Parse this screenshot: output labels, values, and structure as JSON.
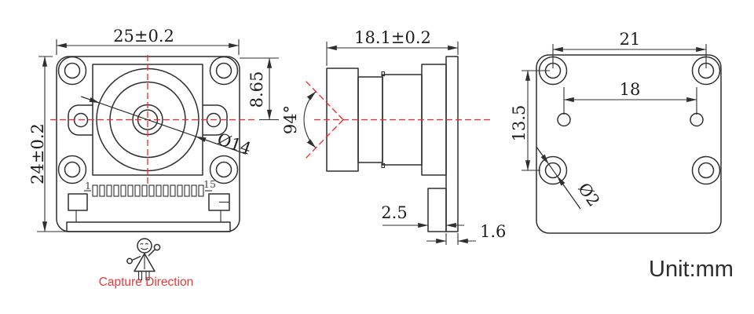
{
  "colors": {
    "line": "#2f2f2f",
    "centerline": "#fb2424",
    "label_red": "#e93a3c",
    "text": "#1d1d1d"
  },
  "front_view": {
    "width_dim": "25±0.2",
    "height_dim": "24±0.2",
    "lens_center_from_top_dim": "8.65",
    "lens_diameter_dim": "Ø14",
    "pin_first_label": "1",
    "pin_last_label": "15",
    "caption": "Capture Direction"
  },
  "side_view": {
    "length_dim": "18.1±0.2",
    "fov_angle_dim": "94°",
    "connector_depth_dim": "2.5",
    "pcb_thickness_dim": "1.6"
  },
  "back_view": {
    "hole_pitch_horizontal_dim": "21",
    "inner_hole_pitch_dim": "18",
    "hole_pitch_vertical_dim": "13.5",
    "hole_diameter_dim": "Ø2"
  },
  "footer": {
    "unit_label": "Unit:mm"
  }
}
